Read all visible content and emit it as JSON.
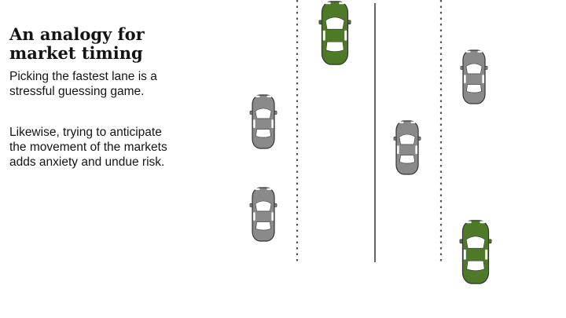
{
  "diagram": {
    "title_line1": "An analogy for",
    "title_line2": "market timing",
    "paragraph1_line1": "Picking the fastest lane is a",
    "paragraph1_line2": "stressful guessing game.",
    "paragraph2_line1": "Likewise, trying to anticipate",
    "paragraph2_line2": "the movement of the markets",
    "paragraph2_line3": "adds anxiety and undue risk."
  },
  "colors": {
    "gray_car": "#8a8a8a",
    "green_car": "#4e7a28",
    "car_outline": "#333333",
    "window": "#ffffff",
    "lane_marking": "#555555"
  }
}
